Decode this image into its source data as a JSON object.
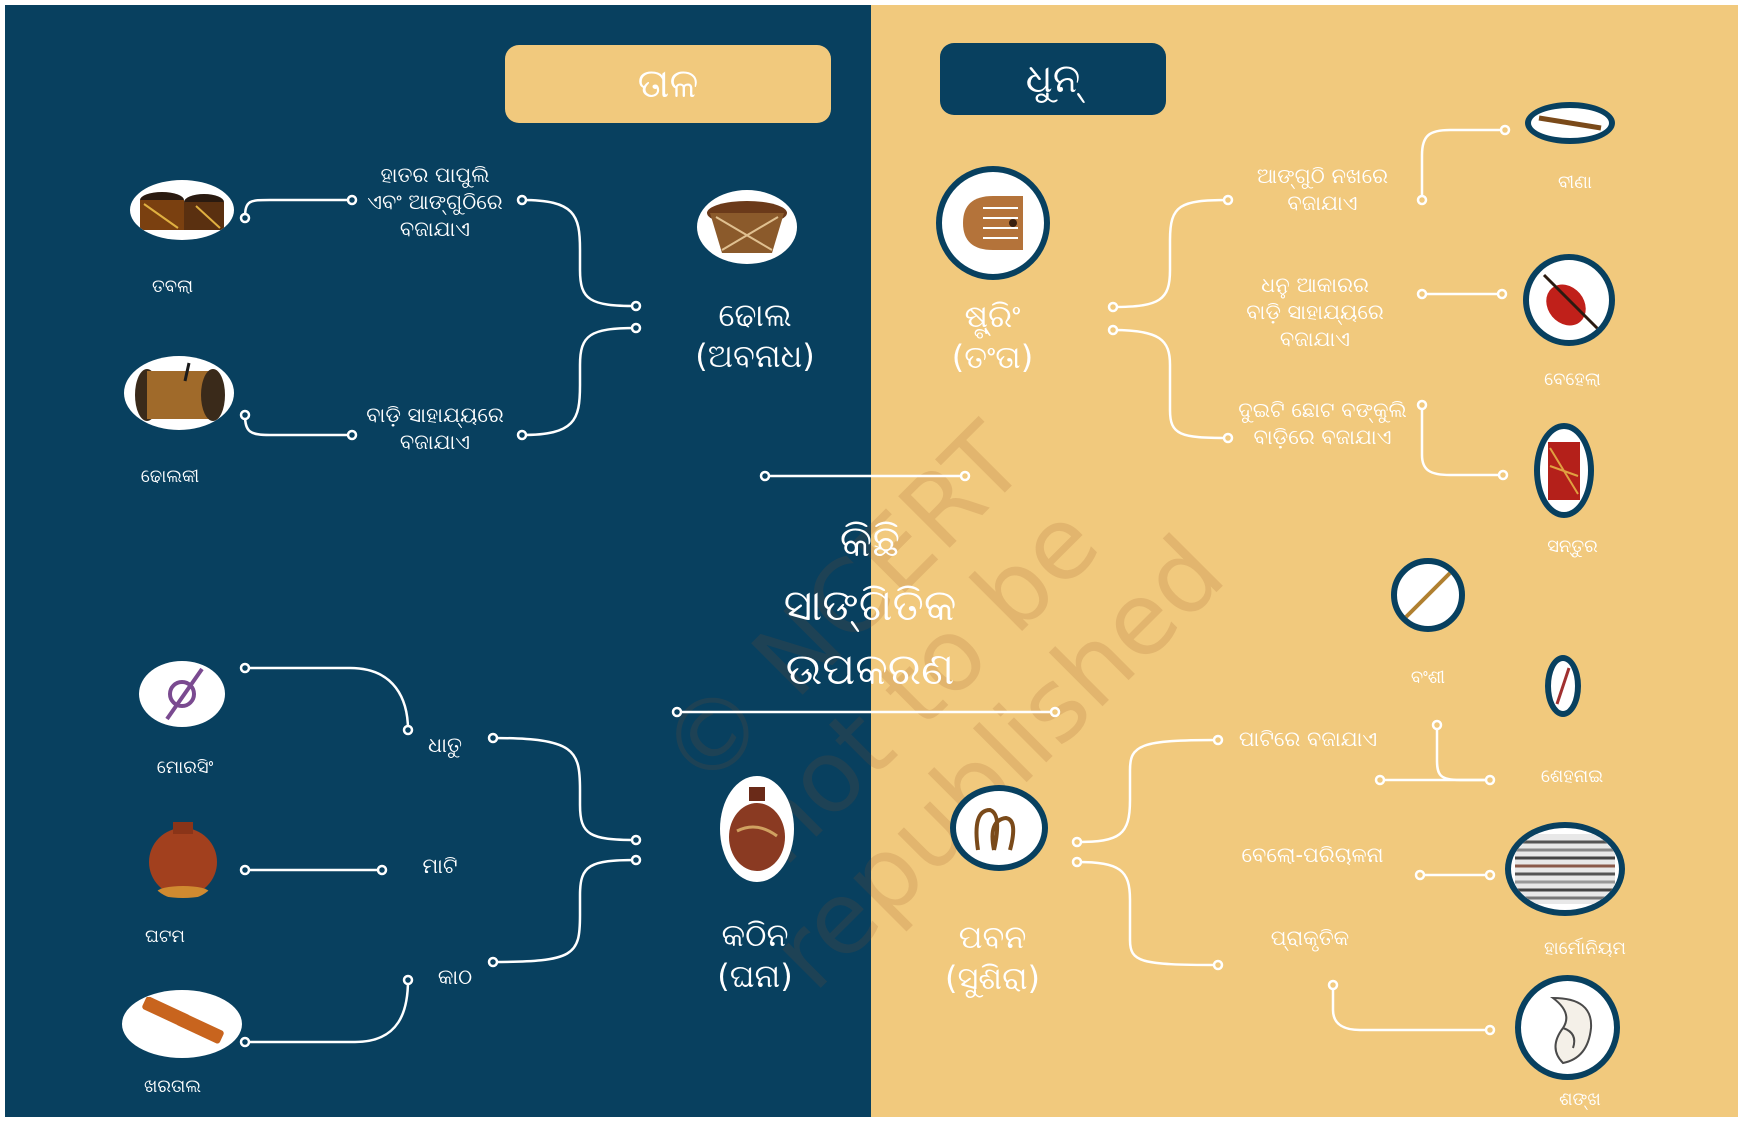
{
  "center_title": "କିଛି\nସାଙ୍ଗିତିକ\nଉପକରଣ",
  "left": {
    "header": "ତାଳ",
    "top_category": "ଢୋଲ\n(ଅବନାଧ)",
    "bottom_category": "କଠିନ\n(ଘନା)",
    "method_hands": "ହାତର ପାପୁଲି\nଏବଂ ଆଙ୍ଗୁଠିରେ\nବଜାଯାଏ",
    "method_stick": "ବାଡ଼ି ସାହାଯ୍ୟରେ\nବଜାଯାଏ",
    "material_metal": "ଧାତୁ",
    "material_clay": "ମାଟି",
    "material_wood": "କାଠ",
    "instr_tabla": "ତବଲା",
    "instr_dholak": "ଢୋଲକୀ",
    "instr_morsing": "ମୋରସିଂ",
    "instr_ghatam": "ଘଟମ",
    "instr_khartal": "ଖରତାଲ"
  },
  "right": {
    "header": "ଧୁନ୍",
    "top_category": "ଷ୍ଟ୍ରିଂ\n(ତଂତା)",
    "bottom_category": "ପବନ\n(ସୁଶିରା)",
    "method_fingernail": "ଆଙ୍ଗୁଠି ନଖରେ\nବଜାଯାଏ",
    "method_bow": "ଧନୁ ଆକାରର\nବାଡ଼ି ସାହାଯ୍ୟରେ\nବଜାଯାଏ",
    "method_sticks": "ଦୁଇଟି ଛୋଟ ବଙ୍କୁଲି\nବାଡ଼ିରେ ବଜାଯାଏ",
    "method_mouth": "ପାଟିରେ ବଜାଯାଏ",
    "method_bellows": "ବେଲୋ-ପରିଚାଳନା",
    "method_natural": "ପ୍ରାକୃତିକ",
    "instr_veena": "ବୀଣା",
    "instr_violin": "ବେହେଲା",
    "instr_santoor": "ସନ୍ତୁର",
    "instr_flute": "ବଂଶୀ",
    "instr_shehnai": "ଶେହନାଇ",
    "instr_harmonium": "ହାର୍ମୋନିୟମ",
    "instr_conch": "ଶଙ୍ଖ"
  },
  "watermark": "© NCERT\nnot to be republished",
  "colors": {
    "navy": "#08405f",
    "sand": "#f1c97d",
    "line": "#ffffff"
  }
}
